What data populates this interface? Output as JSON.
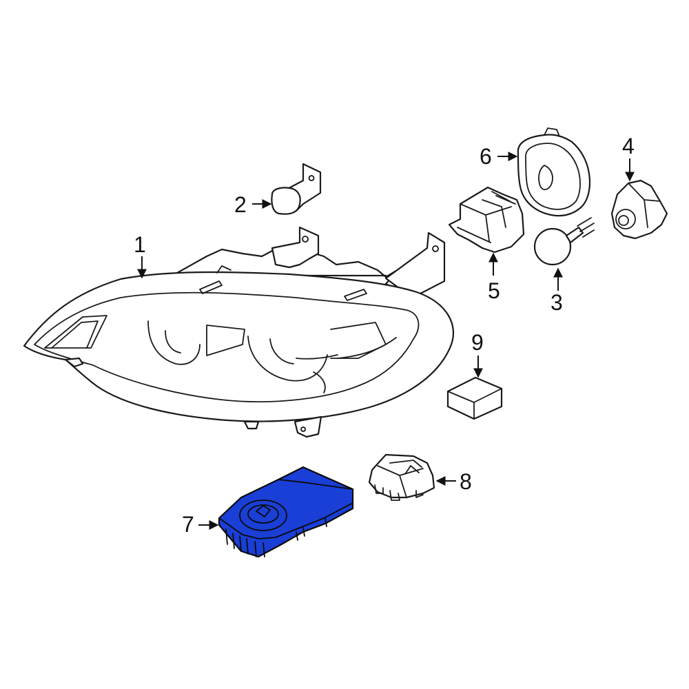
{
  "highlight_color": "#1a3fd6",
  "callouts": {
    "c1": "1",
    "c2": "2",
    "c3": "3",
    "c4": "4",
    "c5": "5",
    "c6": "6",
    "c7": "7",
    "c8": "8",
    "c9": "9"
  },
  "highlighted_part": "7"
}
